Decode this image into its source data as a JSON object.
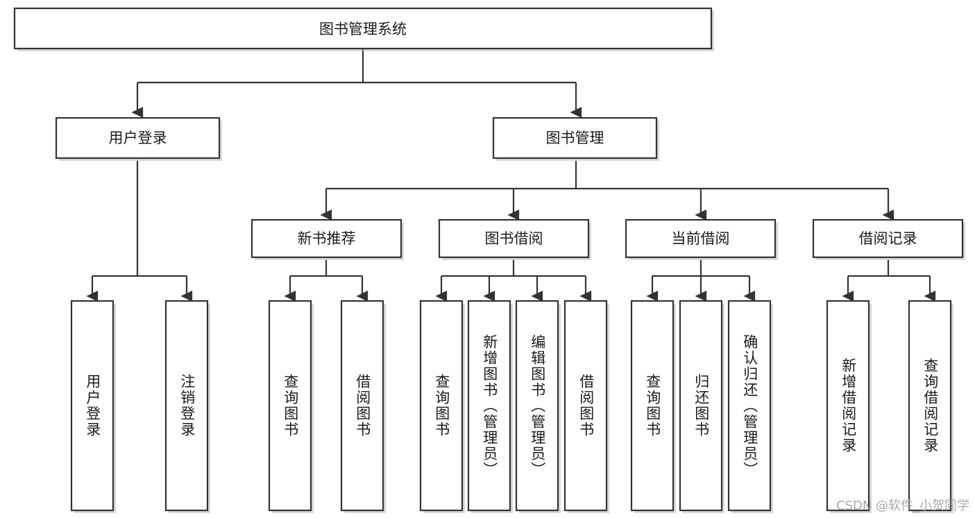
{
  "diagram": {
    "title": "图书管理系统",
    "watermark": "CSDN @软件_小贺同学",
    "levels": {
      "root": {
        "label": "图书管理系统"
      },
      "level2": [
        {
          "id": "user-login",
          "label": "用户登录"
        },
        {
          "id": "book-manage",
          "label": "图书管理"
        }
      ],
      "level3": [
        {
          "id": "new-book-rec",
          "label": "新书推荐"
        },
        {
          "id": "book-borrow",
          "label": "图书借阅"
        },
        {
          "id": "current-borrow",
          "label": "当前借阅"
        },
        {
          "id": "borrow-record",
          "label": "借阅记录"
        }
      ],
      "leaves": [
        {
          "id": "leaf-user-login",
          "label": "用户登录",
          "parent": "user-login"
        },
        {
          "id": "leaf-logout",
          "label": "注销登录",
          "parent": "user-login"
        },
        {
          "id": "leaf-query-book-1",
          "label": "查询图书",
          "parent": "new-book-rec"
        },
        {
          "id": "leaf-borrow-book-1",
          "label": "借阅图书",
          "parent": "new-book-rec"
        },
        {
          "id": "leaf-query-book-2",
          "label": "查询图书",
          "parent": "book-borrow"
        },
        {
          "id": "leaf-add-book",
          "label": "新增图书（管理员）",
          "parent": "book-borrow"
        },
        {
          "id": "leaf-edit-book",
          "label": "编辑图书（管理员）",
          "parent": "book-borrow"
        },
        {
          "id": "leaf-borrow-book-2",
          "label": "借阅图书",
          "parent": "book-borrow"
        },
        {
          "id": "leaf-query-book-3",
          "label": "查询图书",
          "parent": "current-borrow"
        },
        {
          "id": "leaf-return-book",
          "label": "归还图书",
          "parent": "current-borrow"
        },
        {
          "id": "leaf-confirm-return",
          "label": "确认归还（管理员）",
          "parent": "current-borrow"
        },
        {
          "id": "leaf-add-record",
          "label": "新增借阅记录",
          "parent": "borrow-record"
        },
        {
          "id": "leaf-query-record",
          "label": "查询借阅记录",
          "parent": "borrow-record"
        }
      ]
    },
    "colors": {
      "stroke": "#333333",
      "fill": "#ffffff",
      "text": "#1a1a1a",
      "watermark": "#9a9a9a"
    }
  }
}
